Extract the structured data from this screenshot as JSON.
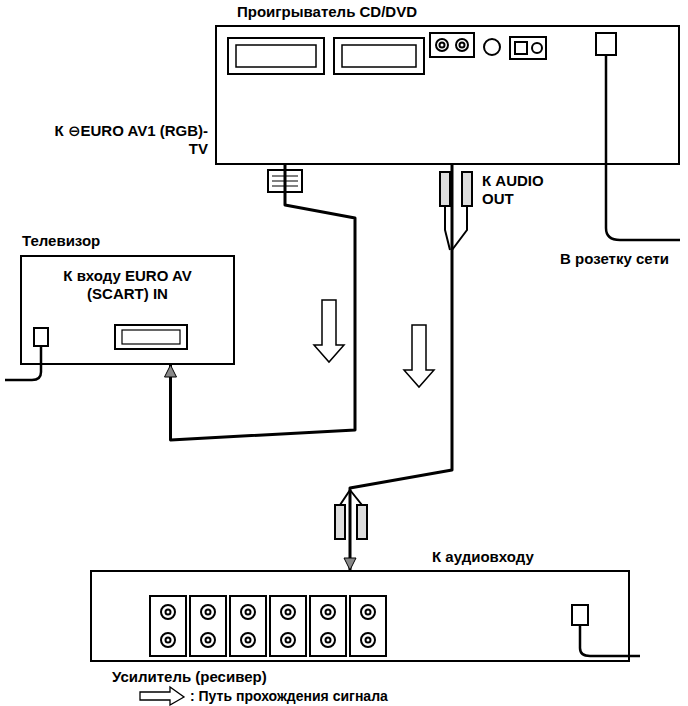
{
  "diagram": {
    "nodes": [
      {
        "text": [
          "Проигрыватель CD/DVD"
        ]
      },
      {
        "text": [
          "Телевизор",
          "К входу EURO AV (SCART) IN"
        ]
      },
      {
        "text": [
          "Усилитель (ресивер)"
        ]
      }
    ],
    "edges": [
      {
        "from": 0,
        "to": 1,
        "arrow": "to"
      },
      {
        "from": 0,
        "to": 2,
        "arrow": "to"
      }
    ],
    "labels": [
      "К ⊖EURO AV1 (RGB)-TV",
      "К AUDIO OUT",
      "В розетку сети",
      "К аудиовходу"
    ],
    "legend": [
      {
        "text": ": Путь прохождения сигнала"
      }
    ]
  }
}
